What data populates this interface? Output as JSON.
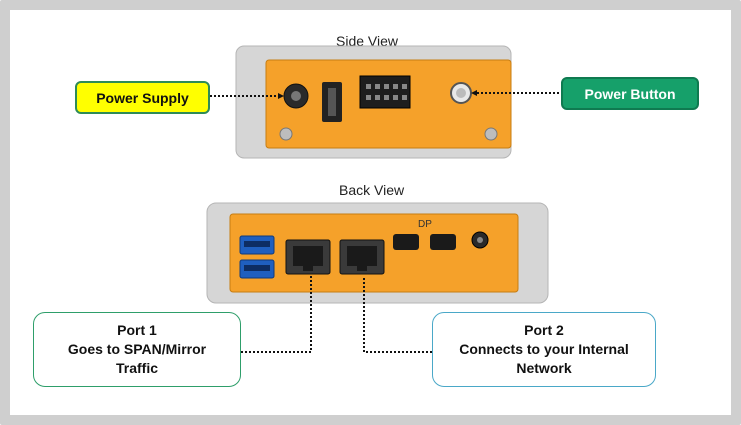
{
  "side_view": {
    "title": "Side View"
  },
  "back_view": {
    "title": "Back View"
  },
  "callouts": {
    "power_supply": {
      "label": "Power Supply",
      "fill": "#ffff00",
      "border": "#2e8b57"
    },
    "power_button": {
      "label": "Power Button",
      "fill": "#16a06a",
      "border": "#0f7a50"
    },
    "port1": {
      "line1": "Port 1",
      "line2": "Goes to SPAN/Mirror",
      "line3": "Traffic",
      "border": "#2e9e6a"
    },
    "port2": {
      "line1": "Port 2",
      "line2": "Connects to your Internal",
      "line3": "Network",
      "border": "#4aa8c8"
    }
  },
  "device": {
    "body_color": "#f5a12a",
    "shell_color": "#d9d9d9",
    "port_labels": {
      "dp": "DP"
    }
  }
}
